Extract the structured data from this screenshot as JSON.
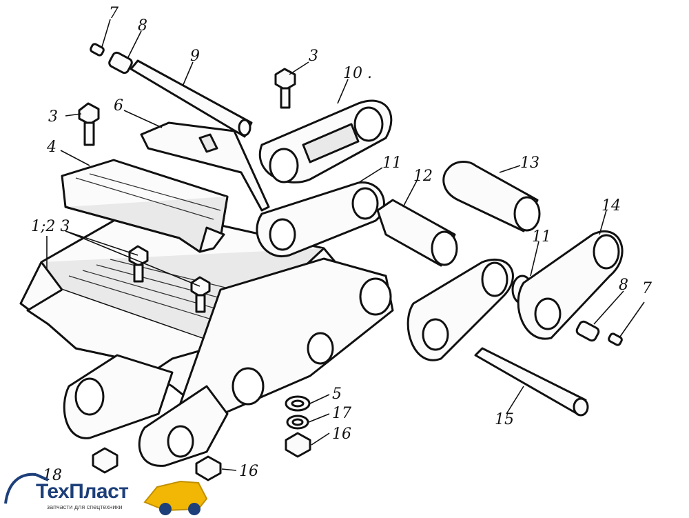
{
  "callouts": {
    "c7a": "7",
    "c8a": "8",
    "c9": "9",
    "c3a": "3",
    "c10": "10 .",
    "c3b": "3",
    "c6": "6",
    "c4": "4",
    "c11a": "11",
    "c13": "13",
    "c12": "12",
    "c14": "14",
    "c123": "1;2 3",
    "c1": "1",
    "c11b": "11",
    "c8b": "8",
    "c7b": "7",
    "c5": "5",
    "c17": "17",
    "c16a": "16",
    "c15": "15",
    "c18": "18",
    "c16b": "16"
  },
  "logo": {
    "brand": "ТехПласт",
    "tagline": "запчасти для спецтехники",
    "brand_color": "#1d3f7a",
    "accent_color": "#f2b705"
  }
}
